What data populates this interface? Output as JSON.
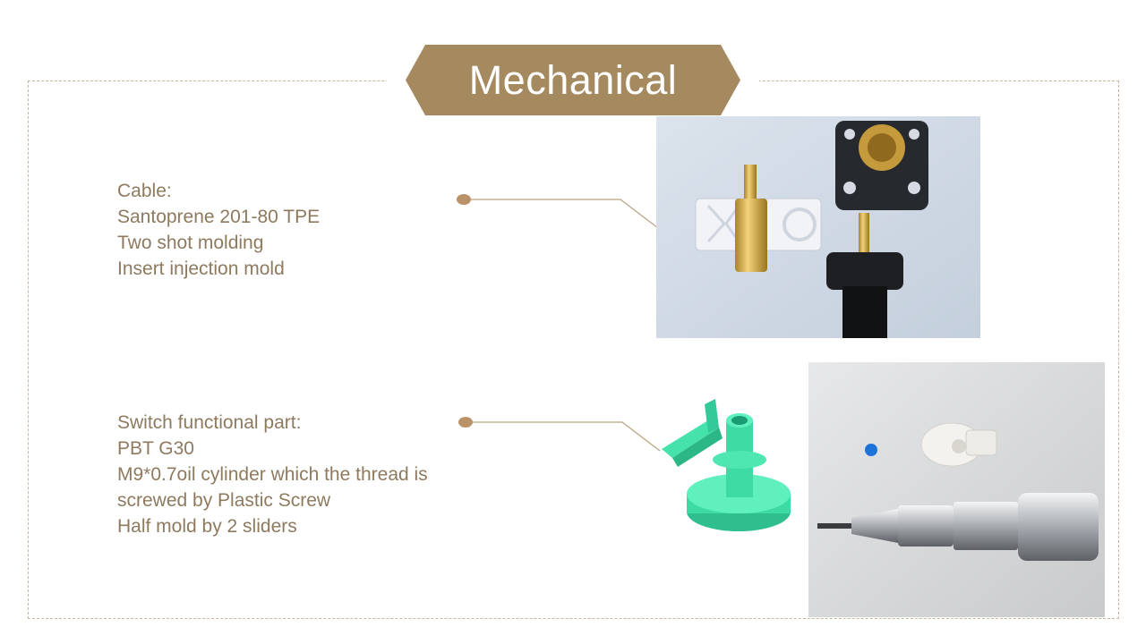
{
  "slide": {
    "title": "Mechanical",
    "colors": {
      "banner": "#a68a5f",
      "text": "#8e7a5e",
      "border": "#c8b79a",
      "dot": "#b9926a"
    }
  },
  "sections": [
    {
      "lines": [
        "Cable:",
        "Santoprene 201-80 TPE",
        "Two shot molding",
        "Insert injection mold"
      ],
      "image": "brass-insert-and-black-connector-photo"
    },
    {
      "lines": [
        "Switch functional part:",
        "PBT G30",
        "M9*0.7oil cylinder which the thread is",
        "screwed by Plastic Screw",
        "Half mold by 2 sliders"
      ],
      "images": [
        "green-3d-cad-model",
        "torque-screwdriver-and-plastic-part-photo"
      ]
    }
  ]
}
